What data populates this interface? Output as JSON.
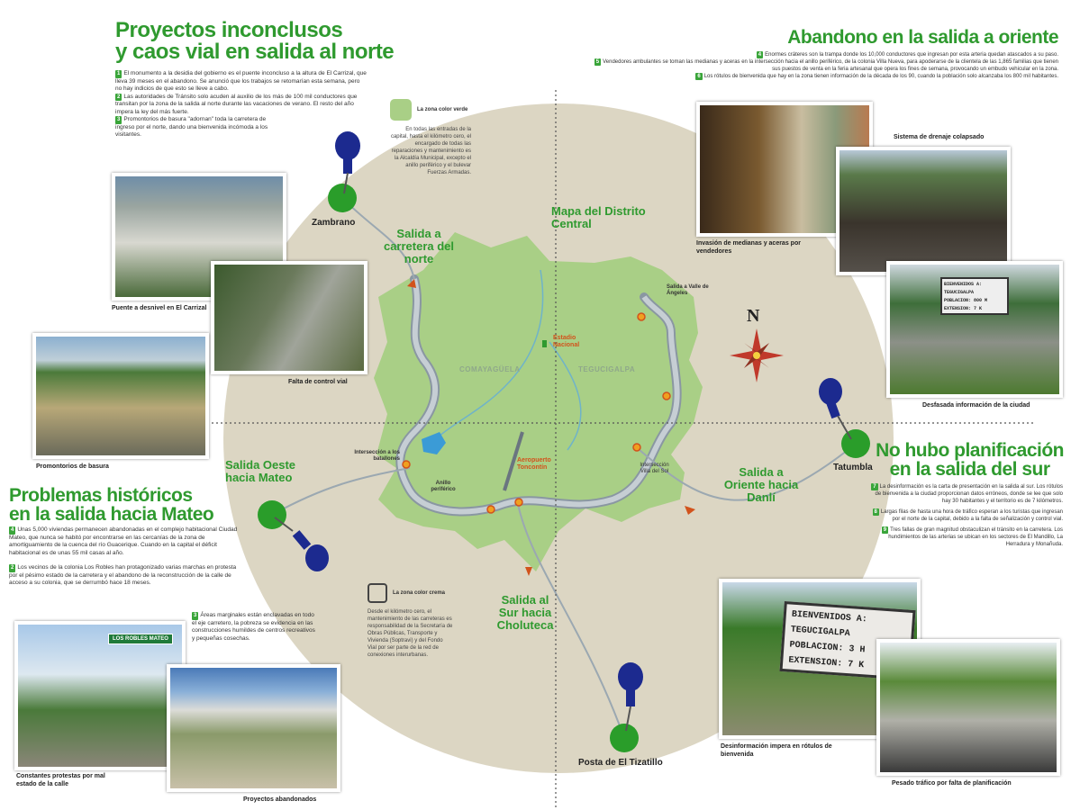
{
  "north": {
    "title_1": "Proyectos inconclusos",
    "title_2": "y caos vial en salida al norte",
    "items": [
      {
        "n": "1",
        "text": "El monumento a la desidia del gobierno es el puente inconcluso a la altura de El Carrizal, que lleva 39 meses en el abandono. Se anunció que los trabajos se retomarían esta semana, pero no hay indicios de que esto se lleve a cabo."
      },
      {
        "n": "2",
        "text": "Las autoridades de Tránsito solo acuden al auxilio de los más de 100 mil conductores que transitan por la zona de la salida al norte durante las vacaciones de verano. El resto del año impera la ley del más fuerte."
      },
      {
        "n": "3",
        "text": "Promontorios de basura \"adornan\" toda la carretera de ingreso por el norte, dando una bienvenida incómoda a los visitantes."
      }
    ],
    "pin_label": "Zambrano",
    "exit_label": "Salida a carretera del norte",
    "photos": [
      {
        "caption": "Puente a desnivel en El Carrizal"
      },
      {
        "caption": "Falta de control vial"
      },
      {
        "caption": "Promontorios de basura"
      }
    ]
  },
  "legend_green": {
    "title": "La zona color verde",
    "text": "En todas las entradas de la capital, hasta el kilómetro cero, el encargado de todas las reparaciones y mantenimiento es la Alcaldía Municipal, excepto el anillo periférico y el bulevar Fuerzas Armadas."
  },
  "legend_cream": {
    "title": "La zona color crema",
    "text": "Desde el kilómetro cero, el mantenimiento de las carreteras es responsabilidad de la Secretaría de Obras Públicas, Transporte y Vivienda (Soptravi) y del Fondo Vial por ser parte de la red de conexiones interurbanas."
  },
  "map": {
    "title": "Mapa del Distrito Central",
    "cities": [
      "COMAYAGÜELA",
      "TEGUCIGALPA"
    ],
    "landmarks": [
      "Estadio Nacional",
      "Aeropuerto Toncontín"
    ],
    "labels": [
      "Intersección a los batallones",
      "Anillo periférico",
      "Intersección Villa del Sol",
      "Salida a Valle de Ángeles"
    ],
    "compass": "N",
    "colors": {
      "circle": "#dcd6c3",
      "zone": "#a9cf86",
      "road": "#a8b4bd",
      "accent": "#2f9a2f",
      "pin": "#1c2a8f"
    }
  },
  "east": {
    "title": "Abandono en la salida a oriente",
    "items": [
      {
        "n": "4",
        "text": "Enormes cráteres son la trampa donde los 10,000 conductores que ingresan por esta arteria quedan atascados a su paso."
      },
      {
        "n": "5",
        "text": "Vendedores ambulantes se toman las medianas y aceras en la intersección hacia el anillo periférico, de la colonia Villa Nueva, para apoderarse de la clientela de las 1,865 familias que tienen sus puestos de venta en la feria artesanal que opera los fines de semana, provocando un embudo vehicular en la zona."
      },
      {
        "n": "6",
        "text": "Los rótulos de bienvenida que hay en la zona tienen información de la década de los 90, cuando la población solo alcanzaba los 800 mil habitantes."
      }
    ],
    "pin_label": "Tatumbla",
    "exit_label": "Salida a Oriente hacia Danlí",
    "photos": [
      {
        "caption": "Invasión de medianas y aceras por vendedores"
      },
      {
        "caption": "Sistema de drenaje colapsado"
      },
      {
        "caption": "Desfasada información de la ciudad"
      }
    ],
    "sign_lines": [
      "BIENVENIDOS A:",
      "TEGUCIGALPA",
      "POBLACION: 800 M",
      "EXTENSION: 7 K"
    ]
  },
  "south": {
    "title_1": "No hubo planificación",
    "title_2": "en la salida del sur",
    "items": [
      {
        "n": "7",
        "text": "La desinformación es la carta de presentación en la salida al sur. Los rótulos de bienvenida a la ciudad proporcionan datos erróneos, donde se lee que solo hay 30 habitantes y el territorio es de 7 kilómetros."
      },
      {
        "n": "8",
        "text": "Largas filas de hasta una hora de tráfico esperan a los turistas que ingresan por el norte de la capital, debido a la falta de señalización y control vial."
      },
      {
        "n": "9",
        "text": "Tres fallas de gran magnitud obstaculizan el tránsito en la carretera. Los hundimientos de las arterias se ubican en los sectores de El Mandillo, La Herradura y Monañuda."
      }
    ],
    "pin_label": "Posta de El Tizatillo",
    "exit_label": "Salida al Sur hacia Choluteca",
    "photos": [
      {
        "caption": "Desinformación impera en rótulos de bienvenida"
      },
      {
        "caption": "Pesado tráfico por falta de planificación"
      }
    ],
    "sign_lines": [
      "BIENVENIDOS A:",
      "TEGUCIGALPA",
      "POBLACION: 3 H",
      "EXTENSION: 7 K"
    ]
  },
  "west": {
    "title_1": "Problemas históricos",
    "title_2": "en la salida hacia Mateo",
    "items": [
      {
        "n": "4",
        "text": "Unas 5,000 viviendas permanecen abandonadas en el complejo habitacional Ciudad Mateo, que nunca se habitó por encontrarse en las cercanías de la zona de amortiguamiento de la cuenca del río Guacerique. Cuando en la capital el déficit habitacional es de unas 55 mil casas al año."
      },
      {
        "n": "2",
        "text": "Los vecinos de la colonia Los Robles han protagonizado varias marchas en protesta por el pésimo estado de la carretera y el abandono de la reconstrucción de la calle de acceso a su colonia, que se derrumbó hace 18 meses."
      },
      {
        "n": "3",
        "text": "Áreas marginales están enclavadas en todo el eje carretero, la pobreza se evidencia en las construcciones humildes de centros recreativos y pequeñas cosechas."
      }
    ],
    "exit_label": "Salida Oeste hacia Mateo",
    "photos": [
      {
        "caption": "Constantes protestas por mal estado de la calle"
      },
      {
        "caption": "Proyectos abandonados"
      }
    ],
    "sign_text": "LOS ROBLES MATEO"
  }
}
